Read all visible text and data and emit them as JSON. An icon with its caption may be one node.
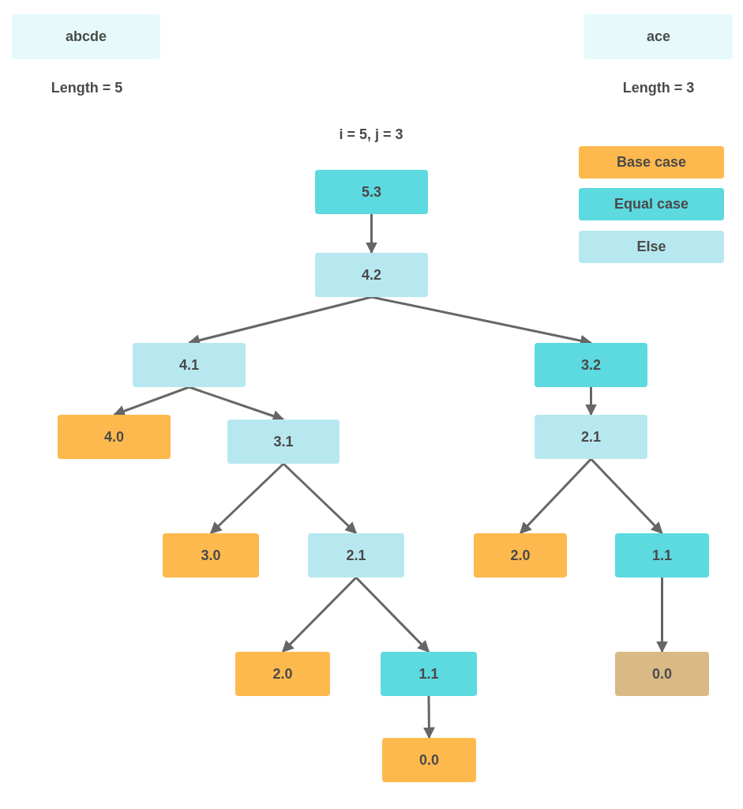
{
  "diagram": {
    "nodes": [
      {
        "text": [
          "abcde"
        ]
      },
      {
        "text": [
          "ace"
        ]
      },
      {
        "text": [
          "5.3"
        ]
      },
      {
        "text": [
          "4.2"
        ]
      },
      {
        "text": [
          "4.1"
        ]
      },
      {
        "text": [
          "3.2"
        ]
      },
      {
        "text": [
          "4.0"
        ]
      },
      {
        "text": [
          "3.1"
        ]
      },
      {
        "text": [
          "2.1"
        ]
      },
      {
        "text": [
          "3.0"
        ]
      },
      {
        "text": [
          "2.1"
        ]
      },
      {
        "text": [
          "2.0"
        ]
      },
      {
        "text": [
          "1.1"
        ]
      },
      {
        "text": [
          "2.0"
        ]
      },
      {
        "text": [
          "1.1"
        ]
      },
      {
        "text": [
          "0.0"
        ]
      },
      {
        "text": [
          "0.0"
        ]
      }
    ],
    "edges": [
      {
        "from": 2,
        "to": 3,
        "arrow": "to"
      },
      {
        "from": 3,
        "to": 4,
        "arrow": "to"
      },
      {
        "from": 3,
        "to": 5,
        "arrow": "to"
      },
      {
        "from": 4,
        "to": 6,
        "arrow": "to"
      },
      {
        "from": 4,
        "to": 7,
        "arrow": "to"
      },
      {
        "from": 5,
        "to": 8,
        "arrow": "to"
      },
      {
        "from": 7,
        "to": 9,
        "arrow": "to"
      },
      {
        "from": 7,
        "to": 10,
        "arrow": "to"
      },
      {
        "from": 8,
        "to": 11,
        "arrow": "to"
      },
      {
        "from": 8,
        "to": 12,
        "arrow": "to"
      },
      {
        "from": 10,
        "to": 13,
        "arrow": "to"
      },
      {
        "from": 10,
        "to": 14,
        "arrow": "to"
      },
      {
        "from": 12,
        "to": 15,
        "arrow": "to"
      },
      {
        "from": 14,
        "to": 16,
        "arrow": "to"
      }
    ],
    "labels": [
      "Length = 5",
      "Length = 3",
      "i = 5, j = 3"
    ],
    "legend": [
      {
        "text": "Base case",
        "color": "#fdb94e"
      },
      {
        "text": "Equal case",
        "color": "#5dd9e0"
      },
      {
        "text": "Else",
        "color": "#b8e8ef"
      }
    ]
  }
}
